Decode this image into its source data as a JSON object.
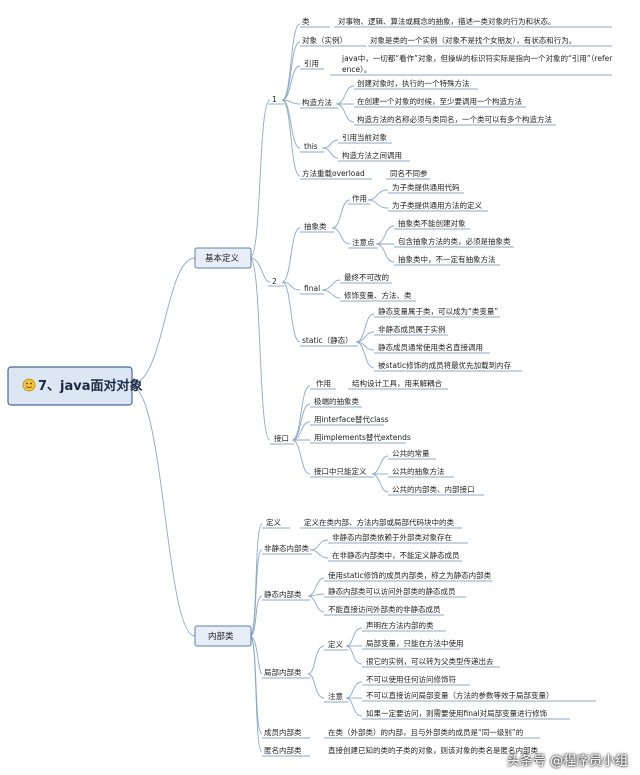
{
  "root": {
    "icon": "smiley-icon",
    "label": "7、java面对对象"
  },
  "branches": {
    "basic": "基本定义",
    "inner": "内部类"
  },
  "n1": {
    "label": "1",
    "class": {
      "k": "类",
      "v": "对事物、逻辑、算法或概念的抽象，描述一类对象的行为和状态。"
    },
    "object": {
      "k": "对象（实例）",
      "v": "对象是类的一个实例（对象不是找个女朋友），有状态和行为。"
    },
    "ref": {
      "k": "引用",
      "v1": "java中，一切都“看作”对象，但操纵的标识符实际是指向一个对象的“引用”（refer",
      "v2": "ence）。"
    },
    "ctor": {
      "k": "构造方法",
      "items": [
        "创建对象时，执行的一个特殊方法",
        "在创建一个对象的时候，至少要调用一个构造方法",
        "构造方法的名称必须与类同名，一个类可以有多个构造方法"
      ]
    },
    "this": {
      "k": "this",
      "items": [
        "引用当前对象",
        "构造方法之间调用"
      ]
    },
    "overload": {
      "k": "方法重载overload",
      "v": "同名不同参"
    }
  },
  "n2": {
    "label": "2",
    "abstract": {
      "k": "抽象类",
      "use": "作用",
      "use_items": [
        "为子类提供通用代码",
        "为子类提供通用方法的定义"
      ],
      "note": "注意点",
      "note_items": [
        "抽象类不能创建对象",
        "包含抽象方法的类，必须是抽象类",
        "抽象类中，不一定有抽象方法"
      ]
    },
    "final": {
      "k": "final",
      "items": [
        "最终不可改的",
        "修饰变量、方法、类"
      ]
    },
    "static": {
      "k": "static（静态）",
      "items": [
        "静态变量属于类，可以成为“类变量”",
        "非静态成员属于实例",
        "静态成员通常使用类名直接调用",
        "被static修饰的成员将最优先加载到内存"
      ]
    }
  },
  "iface": {
    "k": "接口",
    "use": "作用",
    "use_v": "结构设计工具，用来解耦合",
    "items": [
      "极端的抽象类",
      "用interface替代class",
      "用implements替代extends"
    ],
    "defs_k": "接口中只能定义",
    "defs": [
      "公共的常量",
      "公共的抽象方法",
      "公共的内部类、内部接口"
    ]
  },
  "inner": {
    "def": {
      "k": "定义",
      "v": "定义在类内部、方法内部或局部代码块中的类"
    },
    "nonstatic": {
      "k": "非静态内部类",
      "items": [
        "非静态内部类依赖于外部类对象存在",
        "在非静态内部类中，不能定义静态成员"
      ]
    },
    "static": {
      "k": "静态内部类",
      "items": [
        "使用static修饰的成员内部类，称之为静态内部类",
        "静态内部类可以访问外部类的静态成员",
        "不能直接访问外部类的非静态成员"
      ]
    },
    "local": {
      "k": "局部内部类",
      "def_k": "定义",
      "def_items": [
        "声明在方法内部的类",
        "局部变量，只能在方法中使用",
        "很它的实例，可以转为父类型传递出去"
      ],
      "note_k": "注意",
      "note_items": [
        "不可以使用任何访问修饰符",
        "不可以直接访问局部变量（方法的参数等效于局部变量）",
        "如果一定要访问，则需要使用final对局部变量进行修饰"
      ]
    },
    "member": {
      "k": "成员内部类",
      "v": "在类（外部类）的内部，且与外部类的成员是“同一级别”的"
    },
    "anon": {
      "k": "匿名内部类",
      "v": "直接创建已知的类的子类的对象，则该对象的类名是匿名内部类"
    }
  },
  "watermark": "头条号 @程序员小组"
}
